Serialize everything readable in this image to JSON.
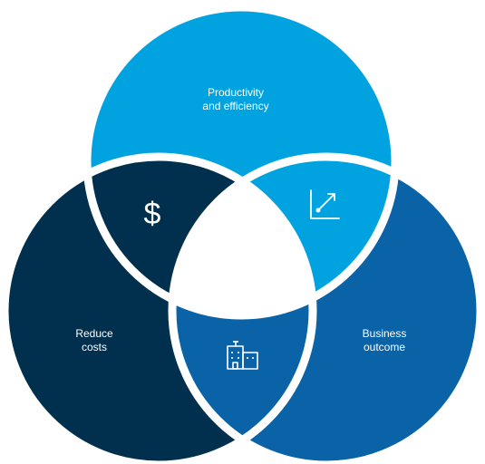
{
  "diagram": {
    "circles": [
      {
        "id": "top",
        "label_lines": [
          "Productivity",
          "and efficiency"
        ],
        "color": "#00A3E0"
      },
      {
        "id": "left",
        "label_lines": [
          "Reduce",
          "costs"
        ],
        "color": "#01304F"
      },
      {
        "id": "right",
        "label_lines": [
          "Business",
          "outcome"
        ],
        "color": "#0A63A6"
      }
    ],
    "intersections": {
      "top_left": {
        "icon": "dollar-icon",
        "text": "$",
        "color": "#01304F"
      },
      "top_right": {
        "icon": "chart-trend-icon",
        "color": "#00A3E0"
      },
      "left_right": {
        "icon": "building-icon",
        "color": "#0A63A6"
      },
      "center": {
        "color": "#ffffff"
      }
    },
    "separator_color": "#ffffff"
  }
}
